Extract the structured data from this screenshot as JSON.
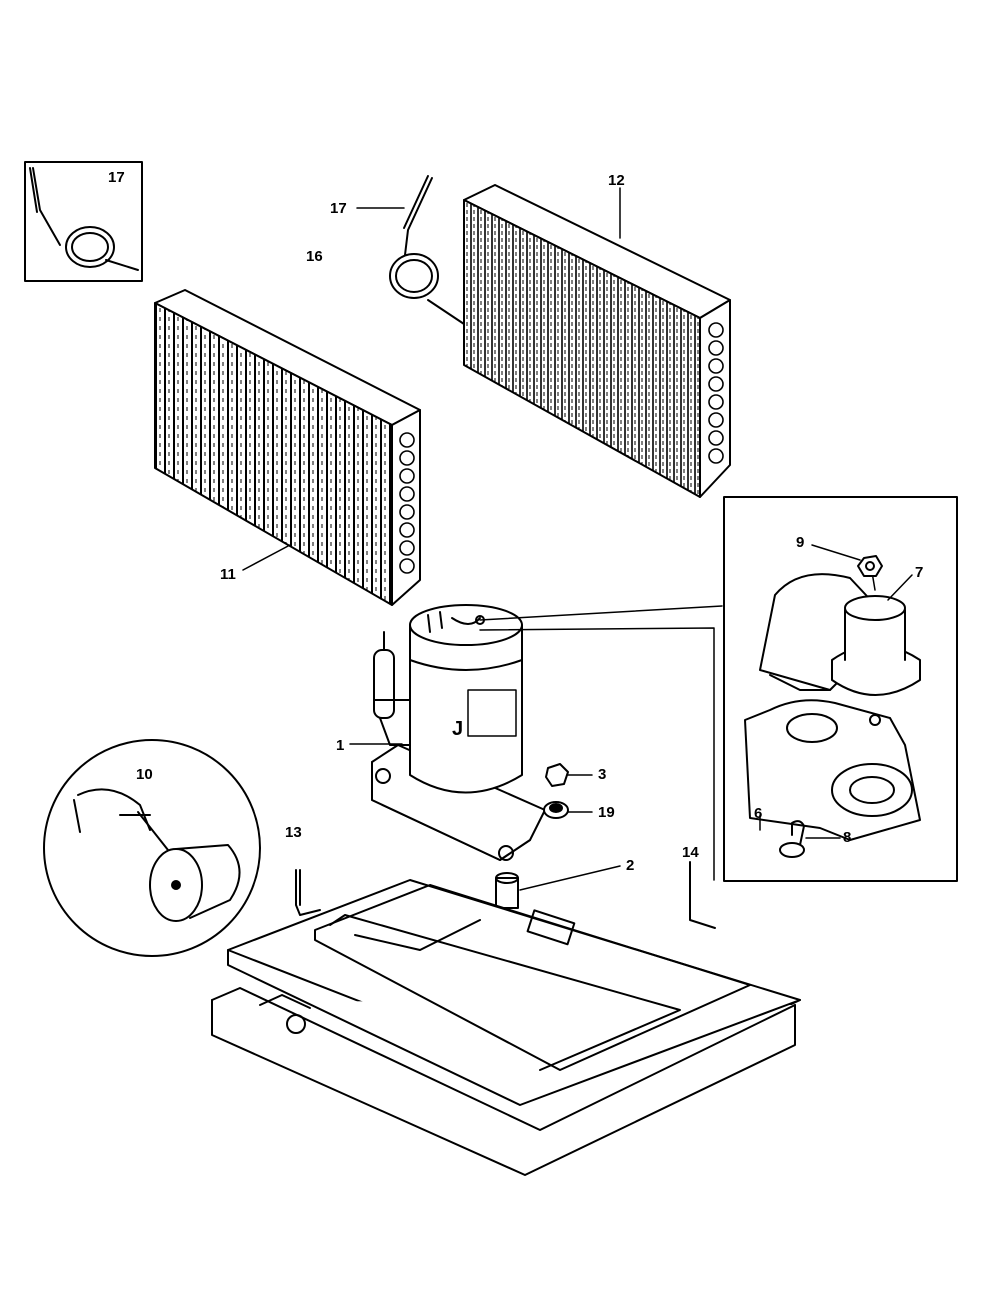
{
  "diagram": {
    "callouts": {
      "n1": "1",
      "n2": "2",
      "n3": "3",
      "n6": "6",
      "n7": "7",
      "n8": "8",
      "n9": "9",
      "n10": "10",
      "n11": "11",
      "n12": "12",
      "n13": "13",
      "n14": "14",
      "n16": "16",
      "n17_inset": "17",
      "n17_main": "17",
      "n19": "19"
    },
    "compressor_mark": "J"
  },
  "colors": {
    "ink": "#000000",
    "paper": "#ffffff"
  },
  "icons": [
    "capillary-tube-icon",
    "coil-icon",
    "compressor-icon",
    "base-pan-icon",
    "terminal-cover-icon",
    "overload-protector-icon"
  ]
}
